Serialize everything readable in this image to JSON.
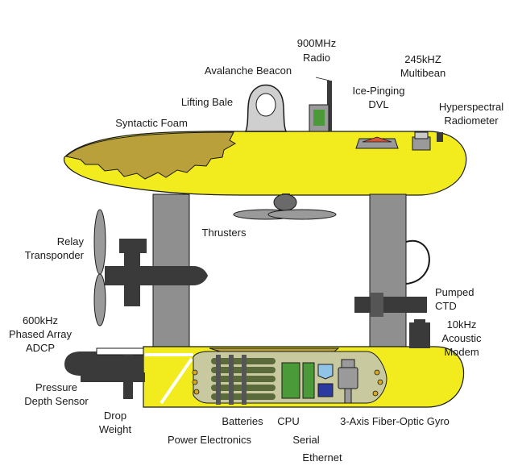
{
  "diagram": {
    "labels": {
      "radio": [
        "900MHz",
        "Radio"
      ],
      "multibeam": [
        "245kHZ",
        "Multibean"
      ],
      "avalanche_beacon": "Avalanche Beacon",
      "dvl": [
        "Ice-Pinging",
        "DVL"
      ],
      "lifting_bale": "Lifting Bale",
      "radiometer": [
        "Hyperspectral",
        "Radiometer"
      ],
      "syntactic_foam": "Syntactic Foam",
      "thrusters": "Thrusters",
      "relay_transponder": [
        "Relay",
        "Transponder"
      ],
      "pumped_ctd": [
        "Pumped",
        "CTD"
      ],
      "adcp": [
        "600kHz",
        "Phased Array",
        "ADCP"
      ],
      "acoustic_modem": [
        "10kHz",
        "Acoustic",
        "Modem"
      ],
      "pressure_sensor": [
        "Pressure",
        "Depth Sensor"
      ],
      "drop_weight": [
        "Drop",
        "Weight"
      ],
      "batteries": "Batteries",
      "cpu": "CPU",
      "gyro": "3-Axis Fiber-Optic Gyro",
      "power_electronics": "Power Electronics",
      "serial": "Serial",
      "ethernet": "Ethernet"
    },
    "colors": {
      "hull": "#f2ec1e",
      "strut": "#8f8f8f",
      "dark": "#3a3a3a",
      "foam": "#b9a03a",
      "cpu_board": "#4a9a3a",
      "battery_pack": "#5a6a3a",
      "blue_chip": "#2a3aa0",
      "light_blue": "#8fc4e8",
      "outline": "#1a1a1a"
    }
  }
}
